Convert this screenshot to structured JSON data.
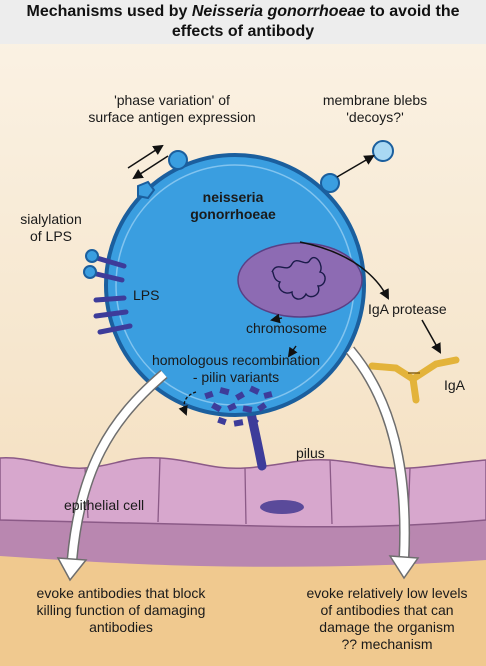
{
  "title": {
    "prefix": "Mechanisms used by ",
    "organism": "Neisseria gonorrhoeae",
    "suffix": " to avoid the",
    "line2": "effects of antibody"
  },
  "labels": {
    "phase_variation_1": "'phase variation' of",
    "phase_variation_2": "surface antigen expression",
    "blebs_1": "membrane blebs",
    "blebs_2": "'decoys?'",
    "sialylation_1": "sialylation",
    "sialylation_2": "of LPS",
    "organism_1": "neisseria",
    "organism_2": "gonorrhoeae",
    "lps": "LPS",
    "chromosome": "chromosome",
    "iga_protease": "IgA protease",
    "iga": "IgA",
    "recombination_1": "homologous recombination",
    "recombination_2": "- pilin variants",
    "pilus": "pilus",
    "epithelial_cell": "epithelial cell",
    "outcome_left_1": "evoke antibodies that block",
    "outcome_left_2": "killing function of damaging",
    "outcome_left_3": "antibodies",
    "outcome_right_1": "evoke relatively low levels",
    "outcome_right_2": "of antibodies that can",
    "outcome_right_3": "damage the organism",
    "outcome_right_4": "?? mechanism"
  },
  "colors": {
    "cell_fill": "#3a9ee0",
    "cell_stroke": "#1b5f9e",
    "nucleoid": "#8d6bb3",
    "pilin_fragment": "#3d3c9a",
    "tissue": "#b987b0",
    "epithelium": "#d7a7cd",
    "iga": "#e3b33a",
    "arrow_fill": "#ffffff"
  }
}
